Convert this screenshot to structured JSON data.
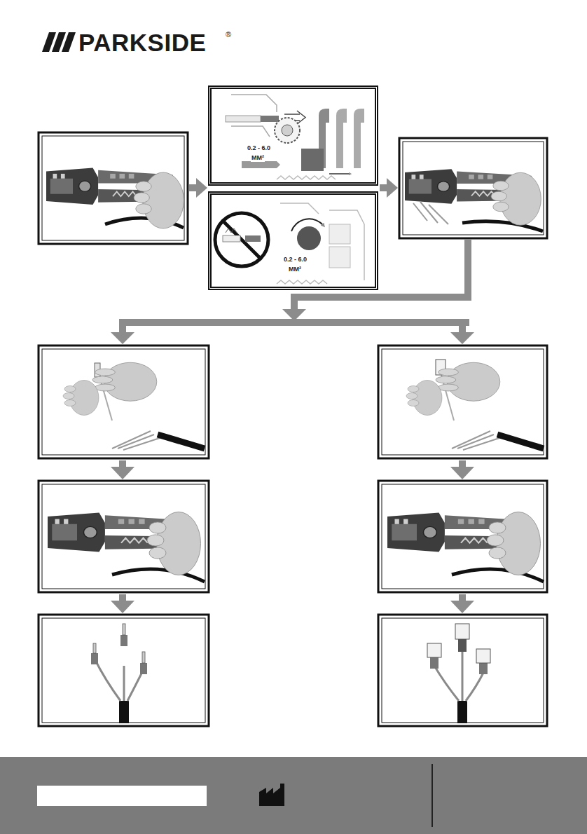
{
  "diagram": {
    "title": "PARKSIDE",
    "nodes": [
      {
        "text": [
          "0.2 - 6.0",
          "MM²"
        ]
      },
      {
        "text": [
          "0.2 - 6.0",
          "MM²"
        ]
      }
    ],
    "labels": [
      "®"
    ]
  }
}
